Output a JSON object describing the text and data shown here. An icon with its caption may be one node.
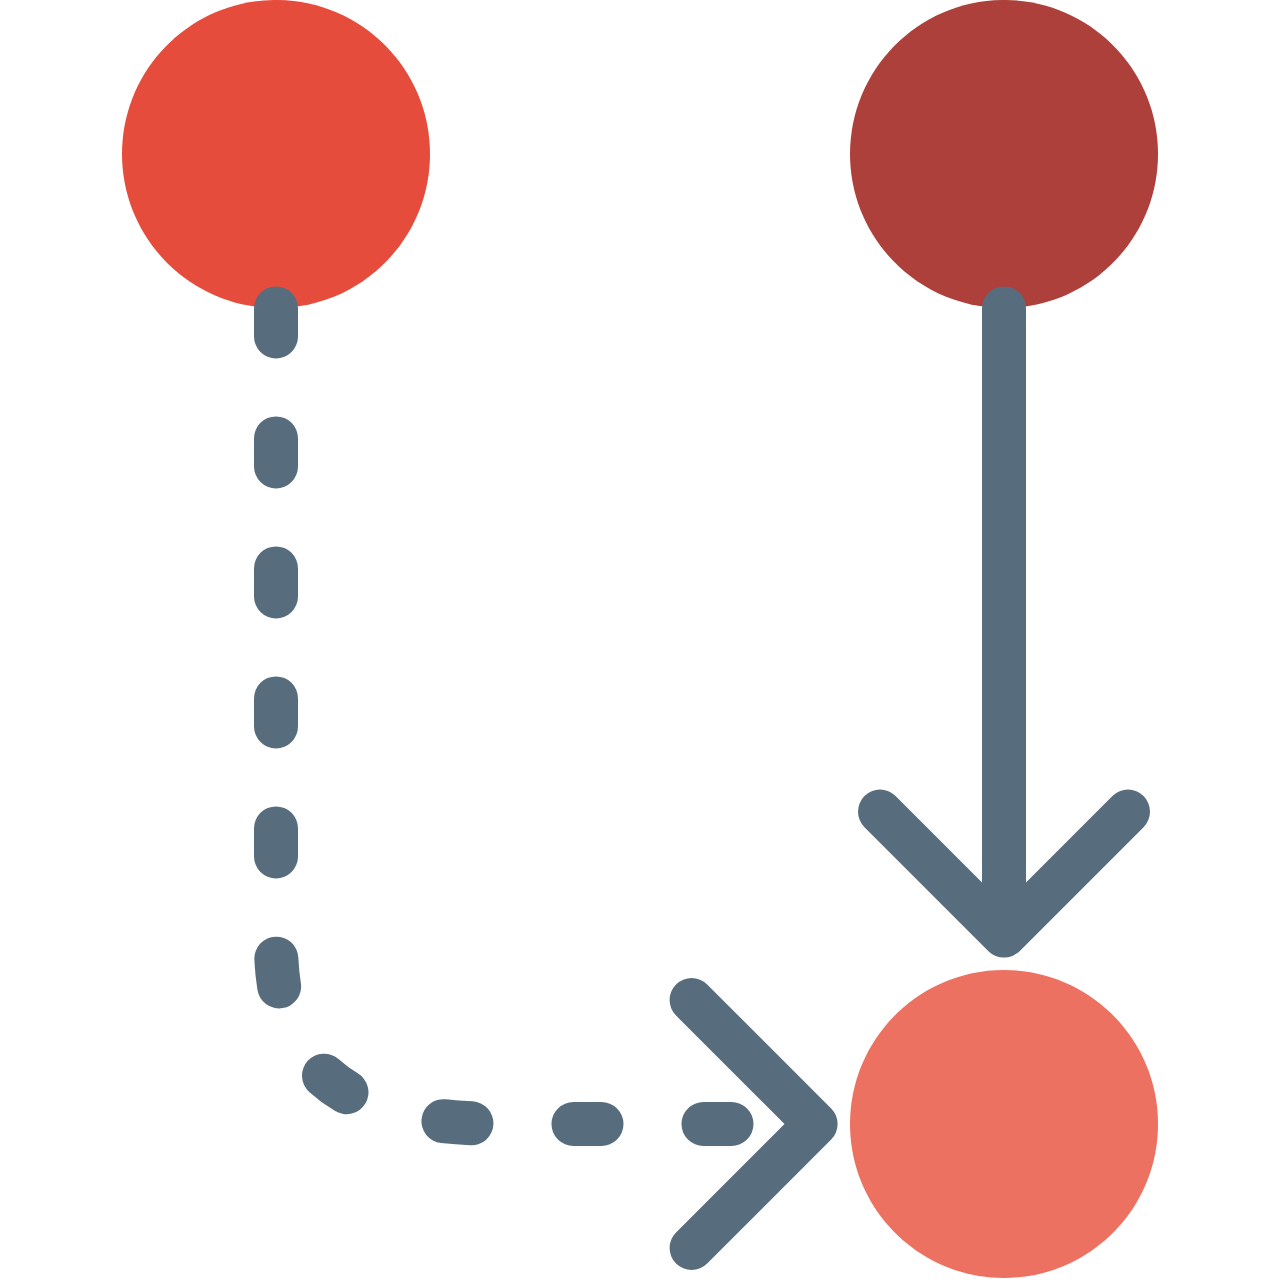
{
  "diagram": {
    "nodes": [
      {
        "text": [],
        "shape": "circle"
      },
      {
        "text": [],
        "shape": "circle"
      },
      {
        "text": [],
        "shape": "circle"
      }
    ],
    "edges": [
      {
        "from": 0,
        "to": 2,
        "arrow": "to",
        "style": "dashed"
      },
      {
        "from": 1,
        "to": 2,
        "arrow": "to"
      }
    ]
  }
}
